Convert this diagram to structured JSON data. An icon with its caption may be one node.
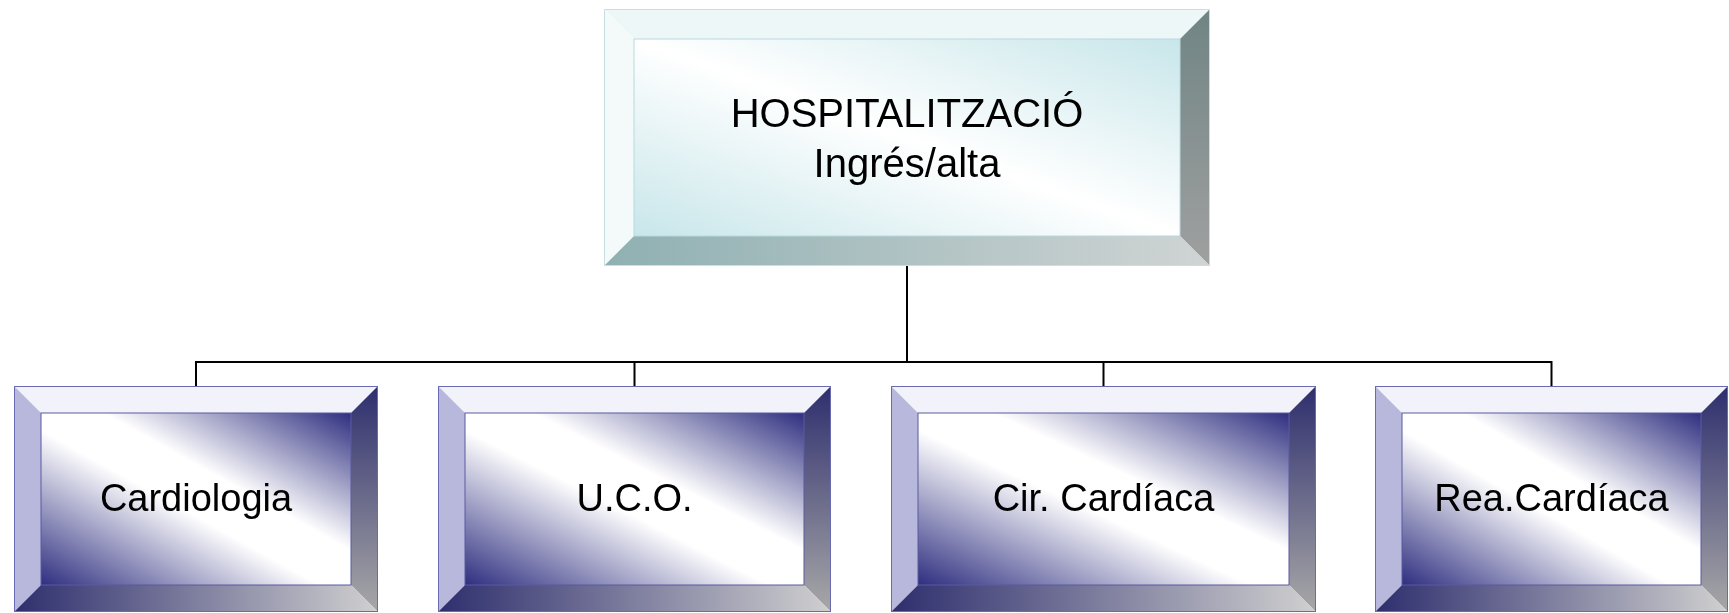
{
  "diagram": {
    "nodes": [
      {
        "text": [
          "HOSPITALITZACIÓ",
          "Ingrés/alta"
        ]
      },
      {
        "text": [
          "Cardiologia"
        ]
      },
      {
        "text": [
          "U.C.O."
        ]
      },
      {
        "text": [
          "Cir. Cardíaca"
        ]
      },
      {
        "text": [
          "Rea.Cardíaca"
        ]
      }
    ],
    "edges": [
      {
        "from": 0,
        "to": 1,
        "arrow": "none"
      },
      {
        "from": 0,
        "to": 2,
        "arrow": "none"
      },
      {
        "from": 0,
        "to": 3,
        "arrow": "none"
      },
      {
        "from": 0,
        "to": 4,
        "arrow": "none"
      }
    ]
  }
}
